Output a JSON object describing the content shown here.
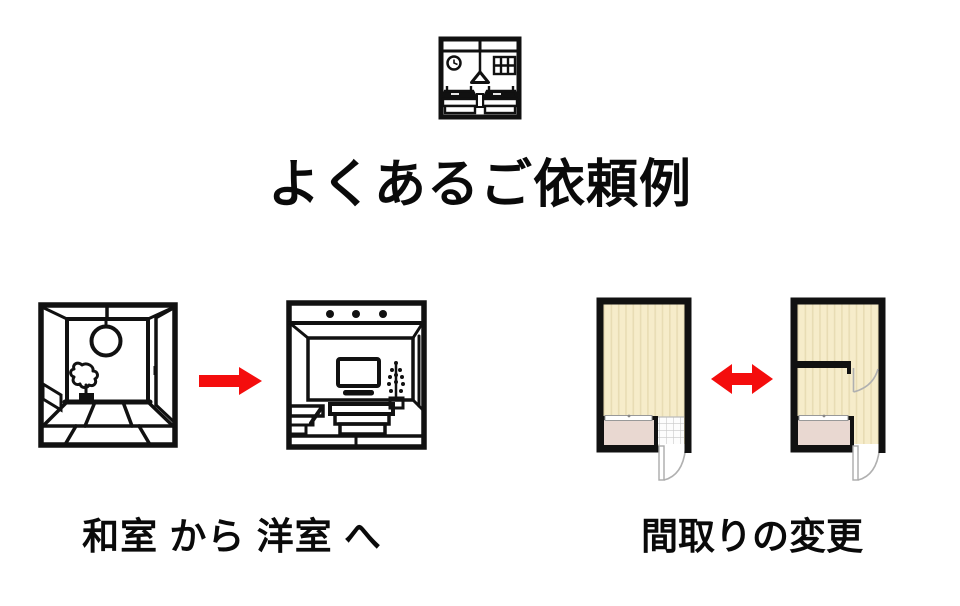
{
  "page": {
    "background": "#ffffff",
    "kind": "infographic-slide"
  },
  "header": {
    "icon": "bedroom-icon",
    "title": "よくあるご依頼例"
  },
  "examples": [
    {
      "id": "japanese-to-western-room",
      "before_icon": "japanese-room-illustration",
      "arrow_icon": "red-right-arrow",
      "after_icon": "western-room-illustration",
      "label": "和室 から 洋室 へ"
    },
    {
      "id": "floor-plan-change",
      "before_icon": "floor-plan-one-room",
      "arrow_icon": "red-double-arrow",
      "after_icon": "floor-plan-two-rooms",
      "label": "間取りの変更"
    }
  ],
  "colors": {
    "line_black": "#111111",
    "arrow_red": "#f40d0d",
    "plan_floor_cream": "#f6ecca",
    "plan_floor_stripe": "#e8dcb4",
    "plan_closet_pink": "#e9d8d1",
    "plan_wall": "#111111",
    "tile_grid_gray": "#c9c9c9",
    "door_arc_gray": "#b0b0b0"
  }
}
